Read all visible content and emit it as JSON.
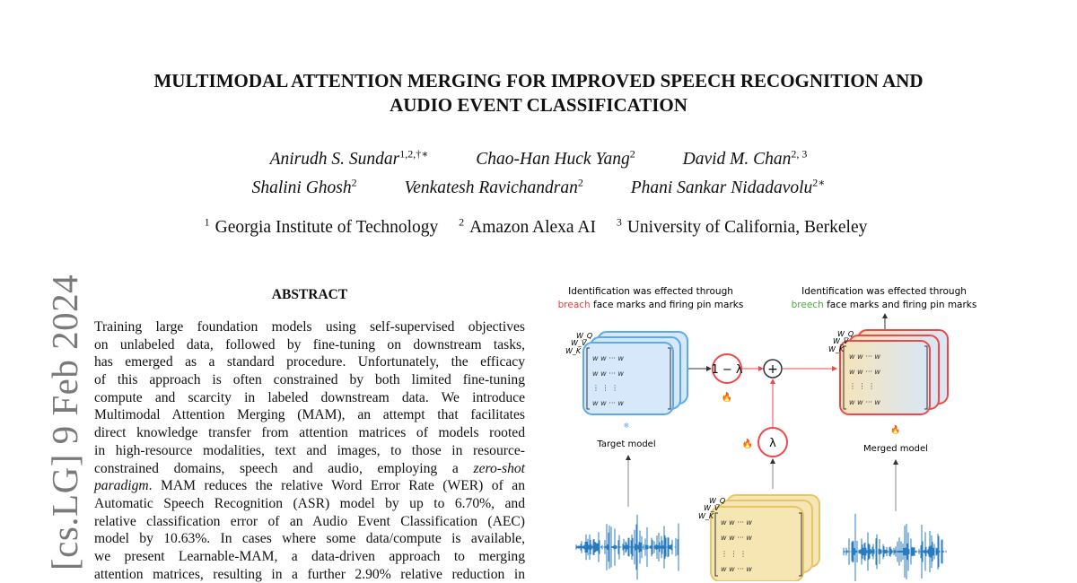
{
  "title": {
    "line1": "MULTIMODAL ATTENTION MERGING FOR IMPROVED SPEECH RECOGNITION AND",
    "line2": "AUDIO EVENT CLASSIFICATION"
  },
  "authors": [
    {
      "name": "Anirudh S. Sundar",
      "sup": "1,2,†∗"
    },
    {
      "name": "Chao-Han Huck Yang",
      "sup": "2"
    },
    {
      "name": "David M. Chan",
      "sup": "2, 3"
    },
    {
      "name": "Shalini Ghosh",
      "sup": "2"
    },
    {
      "name": "Venkatesh Ravichandran",
      "sup": "2"
    },
    {
      "name": "Phani Sankar Nidadavolu",
      "sup": "2∗"
    }
  ],
  "affiliations": [
    {
      "sup": "1",
      "name": "Georgia Institute of Technology"
    },
    {
      "sup": "2",
      "name": "Amazon Alexa AI"
    },
    {
      "sup": "3",
      "name": "University of California, Berkeley"
    }
  ],
  "arxiv_stamp": "[cs.LG]  9 Feb 2024",
  "abstract": {
    "heading": "ABSTRACT",
    "lines": [
      "Training large foundation models using self-supervised objectives",
      "on unlabeled data, followed by fine-tuning on downstream tasks,",
      "has emerged as a standard procedure.  Unfortunately, the efficacy",
      "of this approach is often constrained by both limited fine-tuning",
      "compute and scarcity in labeled downstream data.  We introduce",
      "Multimodal Attention Merging (MAM), an attempt that facilitates",
      "direct knowledge transfer from attention matrices of models rooted",
      "in high-resource modalities, text and images, to those in resource-",
      "constrained domains, speech and audio, employing a ",
      "zero-shot",
      "paradigm",
      ". MAM reduces the relative Word Error Rate (WER) of an",
      "Automatic Speech Recognition (ASR) model by up to 6.70%, and",
      "relative classification error of an Audio Event Classification (AEC)",
      "model by 10.63%.  In cases where some data/compute is available,",
      "we present Learnable-MAM, a data-driven approach to merging",
      "attention matrices, resulting in a further 2.90% relative reduction in"
    ]
  },
  "figure": {
    "left_caption_1": "Identification was effected through",
    "left_caption_word": "breach",
    "left_caption_2": " face marks and firing pin marks",
    "right_caption_1": "Identification was effected through",
    "right_caption_word": "breech",
    "right_caption_2": " face marks and firing pin marks",
    "target_label": "Target model",
    "merged_label": "Merged model",
    "one_minus_lambda": "1 − λ",
    "lambda": "λ",
    "plus": "+",
    "wq": "W_Q",
    "wv": "W_V",
    "wk": "W_K",
    "colors": {
      "wrong": "#f03c3c",
      "right": "#4caf3a",
      "target": "#5aaaf0",
      "source": "#e6c566",
      "merged": "#f04848",
      "wave": "#2a7bbd"
    }
  }
}
